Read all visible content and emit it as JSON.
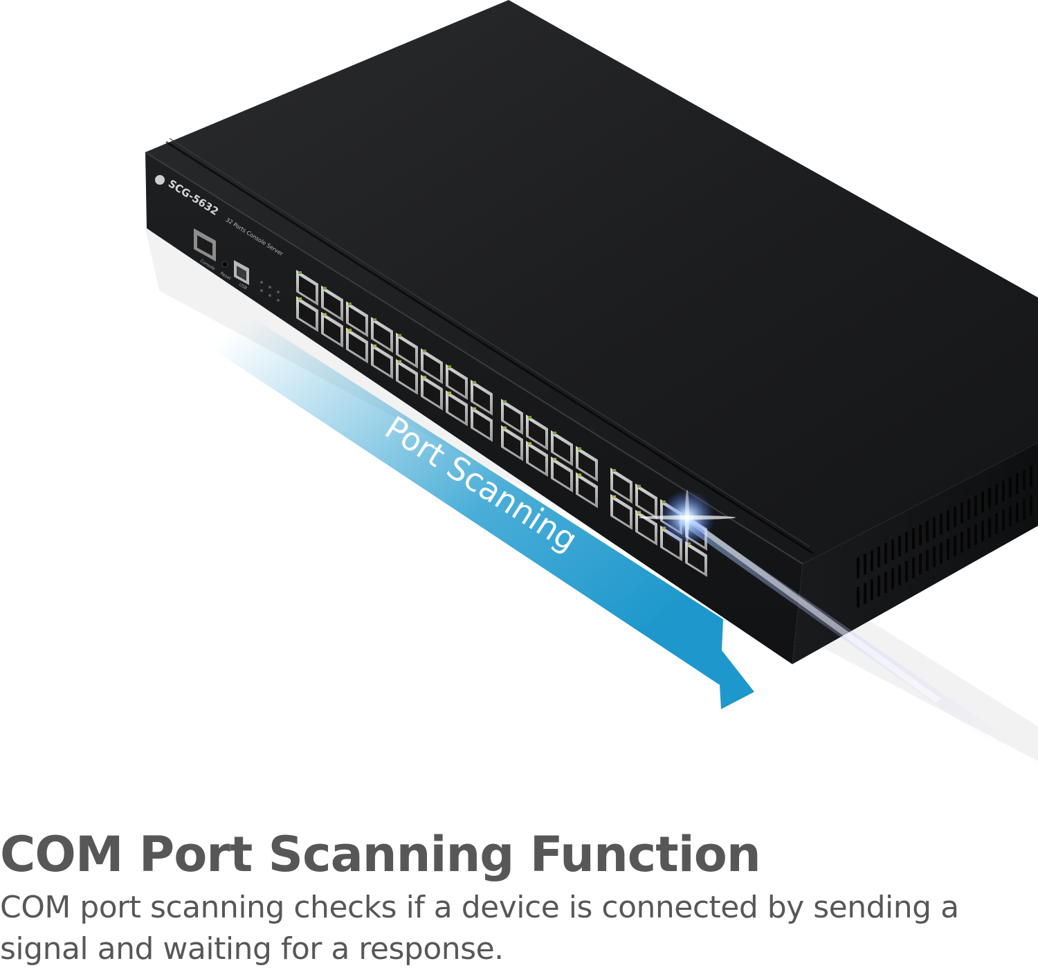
{
  "product": {
    "model": "SCG-5632",
    "subtitle": "32 Ports Console Server",
    "front_labels": [
      "Console",
      "Reset",
      "USB"
    ],
    "port_count": 32,
    "port_groups": 4
  },
  "overlay": {
    "arrow_label": "Port Scanning",
    "accent_color": "#2a9fd0"
  },
  "caption": {
    "title": "COM Port Scanning Function",
    "body": "COM port scanning checks if a device is connected by sending a signal and waiting for a response."
  }
}
